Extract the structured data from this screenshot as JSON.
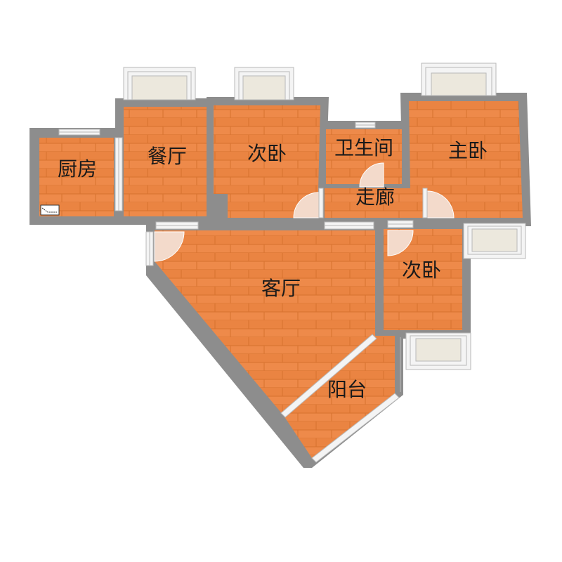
{
  "colors": {
    "floor": "#ee8a4a",
    "floor_plank": "#e67f3c",
    "floor_seam": "#d7722f",
    "wall": "#8d8d8d",
    "window_frame": "#f4f4f4",
    "window_line": "#b9b9b9",
    "balcony_glass": "#ece8dd",
    "door_swing": "#f3dacb"
  },
  "rooms": [
    {
      "id": "kitchen",
      "label": "厨房"
    },
    {
      "id": "dining",
      "label": "餐厅"
    },
    {
      "id": "second-bedroom-top",
      "label": "次卧"
    },
    {
      "id": "bathroom",
      "label": "卫生间"
    },
    {
      "id": "master-bedroom",
      "label": "主卧"
    },
    {
      "id": "corridor",
      "label": "走廊"
    },
    {
      "id": "living-room",
      "label": "客厅"
    },
    {
      "id": "second-bedroom-right",
      "label": "次卧"
    },
    {
      "id": "balcony",
      "label": "阳台"
    }
  ]
}
